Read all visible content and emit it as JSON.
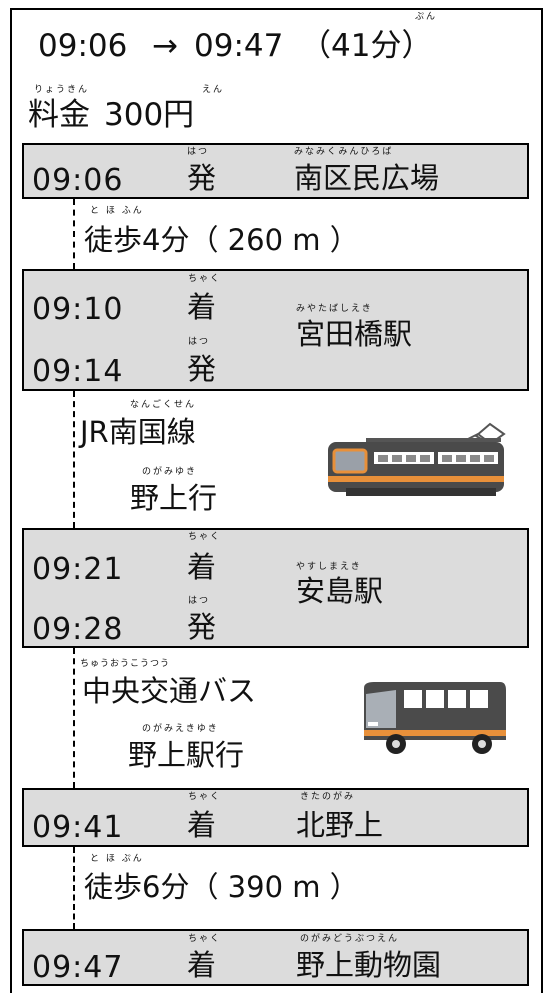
{
  "summary": {
    "depart": "09:06",
    "arrow": "→",
    "arrive": "09:47",
    "duration": "（41分）",
    "duration_ruby": "ぷん",
    "fare_label": "料金",
    "fare_value": "300円",
    "fare_ruby_label": "りょうきん",
    "fare_ruby_yen": "えん"
  },
  "stops": [
    {
      "time": "09:06",
      "mark": "発",
      "mark_ruby": "はつ",
      "name": "南区民広場",
      "name_ruby": "みなみくみんひろば"
    },
    {
      "time_arr": "09:10",
      "arr_mark": "着",
      "arr_ruby": "ちゃく",
      "time_dep": "09:14",
      "dep_mark": "発",
      "dep_ruby": "はつ",
      "name": "宮田橋駅",
      "name_ruby": "みやたばしえき"
    },
    {
      "time_arr": "09:21",
      "arr_mark": "着",
      "arr_ruby": "ちゃく",
      "time_dep": "09:28",
      "dep_mark": "発",
      "dep_ruby": "はつ",
      "name": "安島駅",
      "name_ruby": "やすしまえき"
    },
    {
      "time": "09:41",
      "mark": "着",
      "mark_ruby": "ちゃく",
      "name": "北野上",
      "name_ruby": "きたのがみ"
    },
    {
      "time": "09:47",
      "mark": "着",
      "mark_ruby": "ちゃく",
      "name": "野上動物園",
      "name_ruby": "のがみどうぶつえん"
    }
  ],
  "legs": [
    {
      "kind": "walk",
      "text": "徒歩4分（ 260 m ）",
      "ruby": "と ほ  ふん"
    },
    {
      "kind": "train",
      "line": "JR南国線",
      "line_ruby": "なんごくせん",
      "dest": "野上行",
      "dest_ruby": "のがみゆき",
      "icon": "train-icon"
    },
    {
      "kind": "bus",
      "line": "中央交通バス",
      "line_ruby": "ちゅうおうこうつう",
      "dest": "野上駅行",
      "dest_ruby": "のがみえきゆき",
      "icon": "bus-icon"
    },
    {
      "kind": "walk",
      "text": "徒歩6分（ 390 m ）",
      "ruby": "と ほ  ぷん"
    }
  ],
  "colors": {
    "box": "#dcdcdc",
    "train_body": "#4a4a4a",
    "bus_body": "#4b4b4b",
    "orange": "#e8903a"
  }
}
